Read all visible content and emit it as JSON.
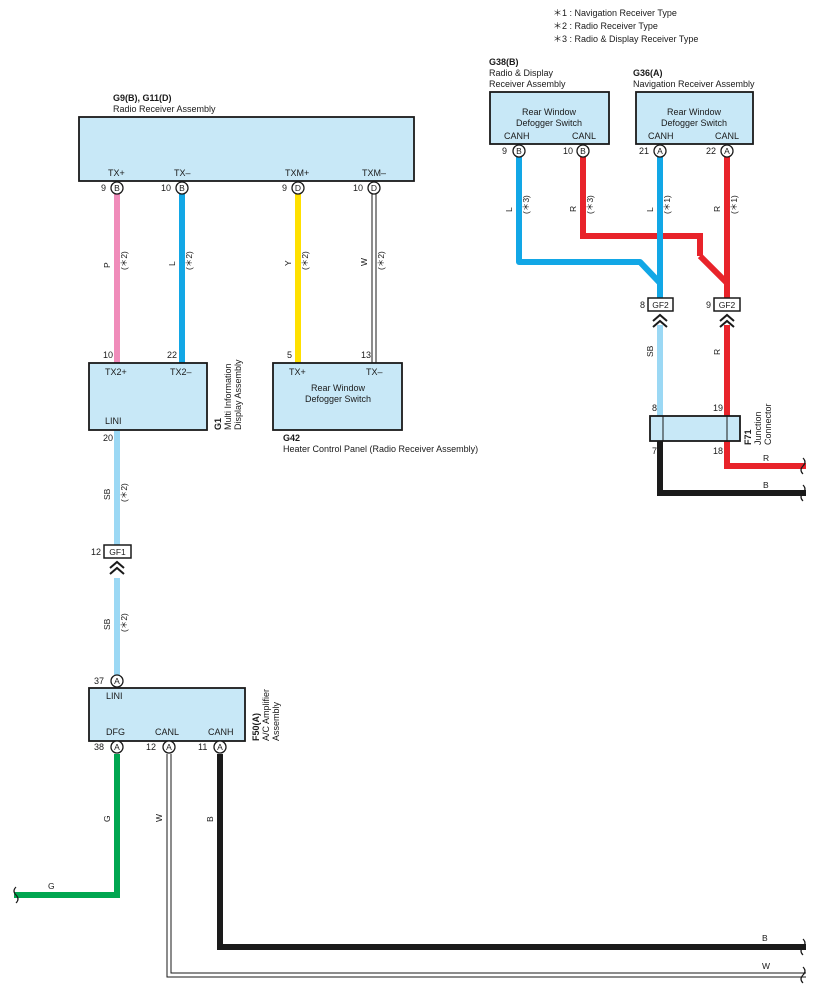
{
  "legend": {
    "items": [
      "＊1 : Navigation Receiver Type",
      "＊2 : Radio Receiver Type",
      "＊3 : Radio & Display Receiver Type"
    ]
  },
  "components": {
    "g9": {
      "code": "G9(B), G11(D)",
      "name": "Radio Receiver Assembly",
      "pins": [
        {
          "num": "9",
          "conn": "B",
          "label": "TX+"
        },
        {
          "num": "10",
          "conn": "B",
          "label": "TX–"
        },
        {
          "num": "9",
          "conn": "D",
          "label": "TXM+"
        },
        {
          "num": "10",
          "conn": "D",
          "label": "TXM–"
        }
      ]
    },
    "g38": {
      "code": "G38(B)",
      "name_line1": "Radio & Display",
      "name_line2": "Receiver Assembly",
      "inner_line1": "Rear Window",
      "inner_line2": "Defogger Switch",
      "pins": [
        {
          "num": "9",
          "conn": "B",
          "label": "CANH"
        },
        {
          "num": "10",
          "conn": "B",
          "label": "CANL"
        }
      ]
    },
    "g36": {
      "code": "G36(A)",
      "name": "Navigation Receiver Assembly",
      "inner_line1": "Rear Window",
      "inner_line2": "Defogger Switch",
      "pins": [
        {
          "num": "21",
          "conn": "A",
          "label": "CANH"
        },
        {
          "num": "22",
          "conn": "A",
          "label": "CANL"
        }
      ]
    },
    "g1": {
      "code": "G1",
      "name_line1": "Multi Information",
      "name_line2": "Display Assembly",
      "pins": [
        {
          "num": "10",
          "label": "TX2+"
        },
        {
          "num": "22",
          "label": "TX2–"
        },
        {
          "num": "20",
          "label": "LINI"
        }
      ]
    },
    "g42": {
      "code": "G42",
      "name": "Heater Control Panel (Radio Receiver Assembly)",
      "inner_line1": "Rear Window",
      "inner_line2": "Defogger Switch",
      "pins": [
        {
          "num": "5",
          "label": "TX+"
        },
        {
          "num": "13",
          "label": "TX–"
        }
      ]
    },
    "f71": {
      "code": "F71",
      "name_line1": "Junction",
      "name_line2": "Connector",
      "pins": [
        {
          "num": "8"
        },
        {
          "num": "19"
        },
        {
          "num": "7"
        },
        {
          "num": "18"
        }
      ]
    },
    "f50": {
      "code": "F50(A)",
      "name_line1": "A/C Amplifier",
      "name_line2": "Assembly",
      "pins": [
        {
          "num": "37",
          "conn": "A",
          "label": "LINI"
        },
        {
          "num": "38",
          "conn": "A",
          "label": "DFG"
        },
        {
          "num": "12",
          "conn": "A",
          "label": "CANL"
        },
        {
          "num": "11",
          "conn": "A",
          "label": "CANH"
        }
      ]
    }
  },
  "joints": {
    "gf1": {
      "id": "GF1",
      "pin": "12"
    },
    "gf2a": {
      "id": "GF2",
      "pin": "8"
    },
    "gf2b": {
      "id": "GF2",
      "pin": "9"
    }
  },
  "wires": {
    "p": {
      "color_code": "P",
      "note": "(＊2)",
      "color": "#f08cba"
    },
    "l_g9": {
      "color_code": "L",
      "note": "(＊2)",
      "color": "#12a7e6"
    },
    "y": {
      "color_code": "Y",
      "note": "(＊2)",
      "color": "#ffe000"
    },
    "w_g9": {
      "color_code": "W",
      "note": "(＊2)",
      "color": "#ffffff"
    },
    "sb_upper": {
      "color_code": "SB",
      "note": "(＊2)",
      "color": "#9bd8f4"
    },
    "sb_lower": {
      "color_code": "SB",
      "note": "(＊2)",
      "color": "#9bd8f4"
    },
    "l_g38": {
      "color_code": "L",
      "note": "(＊3)",
      "color": "#12a7e6"
    },
    "r_g38": {
      "color_code": "R",
      "note": "(＊3)",
      "color": "#e8232a"
    },
    "l_g36": {
      "color_code": "L",
      "note": "(＊1)",
      "color": "#12a7e6"
    },
    "r_g36": {
      "color_code": "R",
      "note": "(＊1)",
      "color": "#e8232a"
    },
    "sb_f71": {
      "color_code": "SB",
      "color": "#9bd8f4"
    },
    "r_f71": {
      "color_code": "R",
      "color": "#e8232a"
    },
    "r_out": {
      "color_code": "R",
      "color": "#e8232a"
    },
    "b_out": {
      "color_code": "B",
      "color": "#1a1a1a"
    },
    "g_dfg": {
      "color_code": "G",
      "color": "#00a650"
    },
    "g_out": {
      "color_code": "G",
      "color": "#00a650"
    },
    "w_canl": {
      "color_code": "W",
      "color": "#ffffff"
    },
    "b_canh": {
      "color_code": "B",
      "color": "#1a1a1a"
    },
    "b_bottom": {
      "color_code": "B",
      "color": "#1a1a1a"
    },
    "w_bottom": {
      "color_code": "W",
      "color": "#ffffff"
    }
  }
}
